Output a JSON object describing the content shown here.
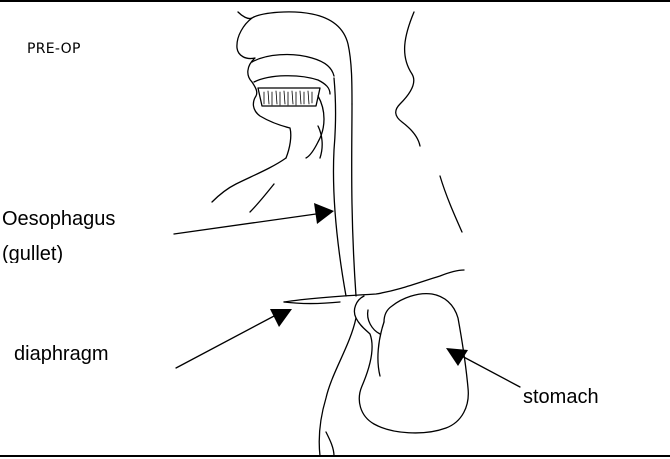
{
  "diagram": {
    "stage_label": "PRE-OP",
    "labels": {
      "oesophagus": "Oesophagus",
      "gullet": "(gullet)",
      "diaphragm": "diaphragm",
      "stomach": "stomach"
    }
  }
}
